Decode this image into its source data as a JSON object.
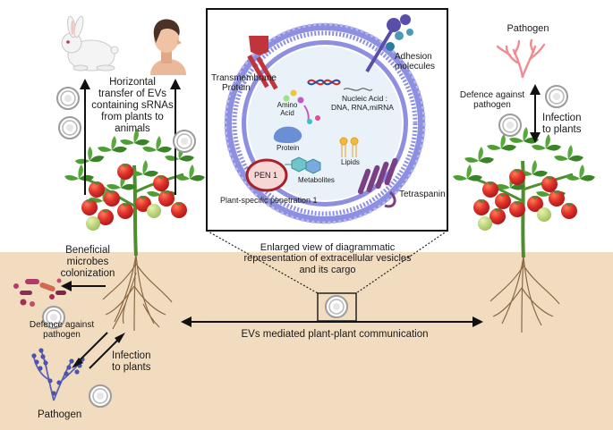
{
  "labels": {
    "horizontal_transfer": [
      "Horizontal",
      "transfer of EVs",
      "containing sRNAs",
      "from plants to",
      "animals"
    ],
    "beneficial": [
      "Beneficial",
      "microbes",
      "colonization"
    ],
    "defence_left": [
      "Defence against",
      "pathogen"
    ],
    "infection_left": [
      "Infection",
      "to plants"
    ],
    "pathogen_left": "Pathogen",
    "pathogen_right": "Pathogen",
    "defence_right": [
      "Defence against",
      "pathogen"
    ],
    "infection_right": [
      "Infection",
      "to plants"
    ],
    "enlarged_view": [
      "Enlarged view of diagrammatic",
      "representation of extracellular vesicles",
      "and its cargo"
    ],
    "communication": "EVs mediated plant-plant communication",
    "ev": {
      "transmembrane": [
        "Transmembrane",
        "Protein"
      ],
      "adhesion": [
        "Adhesion",
        "molecules"
      ],
      "nucleic": [
        "Nucleic Acid :",
        "DNA, RNA,miRNA"
      ],
      "amino": [
        "Amino",
        "Acid"
      ],
      "protein": "Protein",
      "lipids": "Lipids",
      "pen": "PEN 1",
      "metabolites": "Metabolites",
      "plant_specific": "Plant-specific penetration 1",
      "tetraspanin": "Tetraspanin"
    }
  },
  "colors": {
    "soil": "#f1dcc0",
    "vesicle_lipid": "#8d8fe0",
    "vesicle_lumen": "#eaf2f9",
    "tomato": "#e0322a",
    "leaf": "#3f8f2e",
    "pathogen_pink": "#f28a92",
    "pathogen_blue": "#5963b8",
    "tetraspanin": "#7b3f86",
    "transmembrane": "#c0343c",
    "adhesion": "#5a4fa8"
  }
}
